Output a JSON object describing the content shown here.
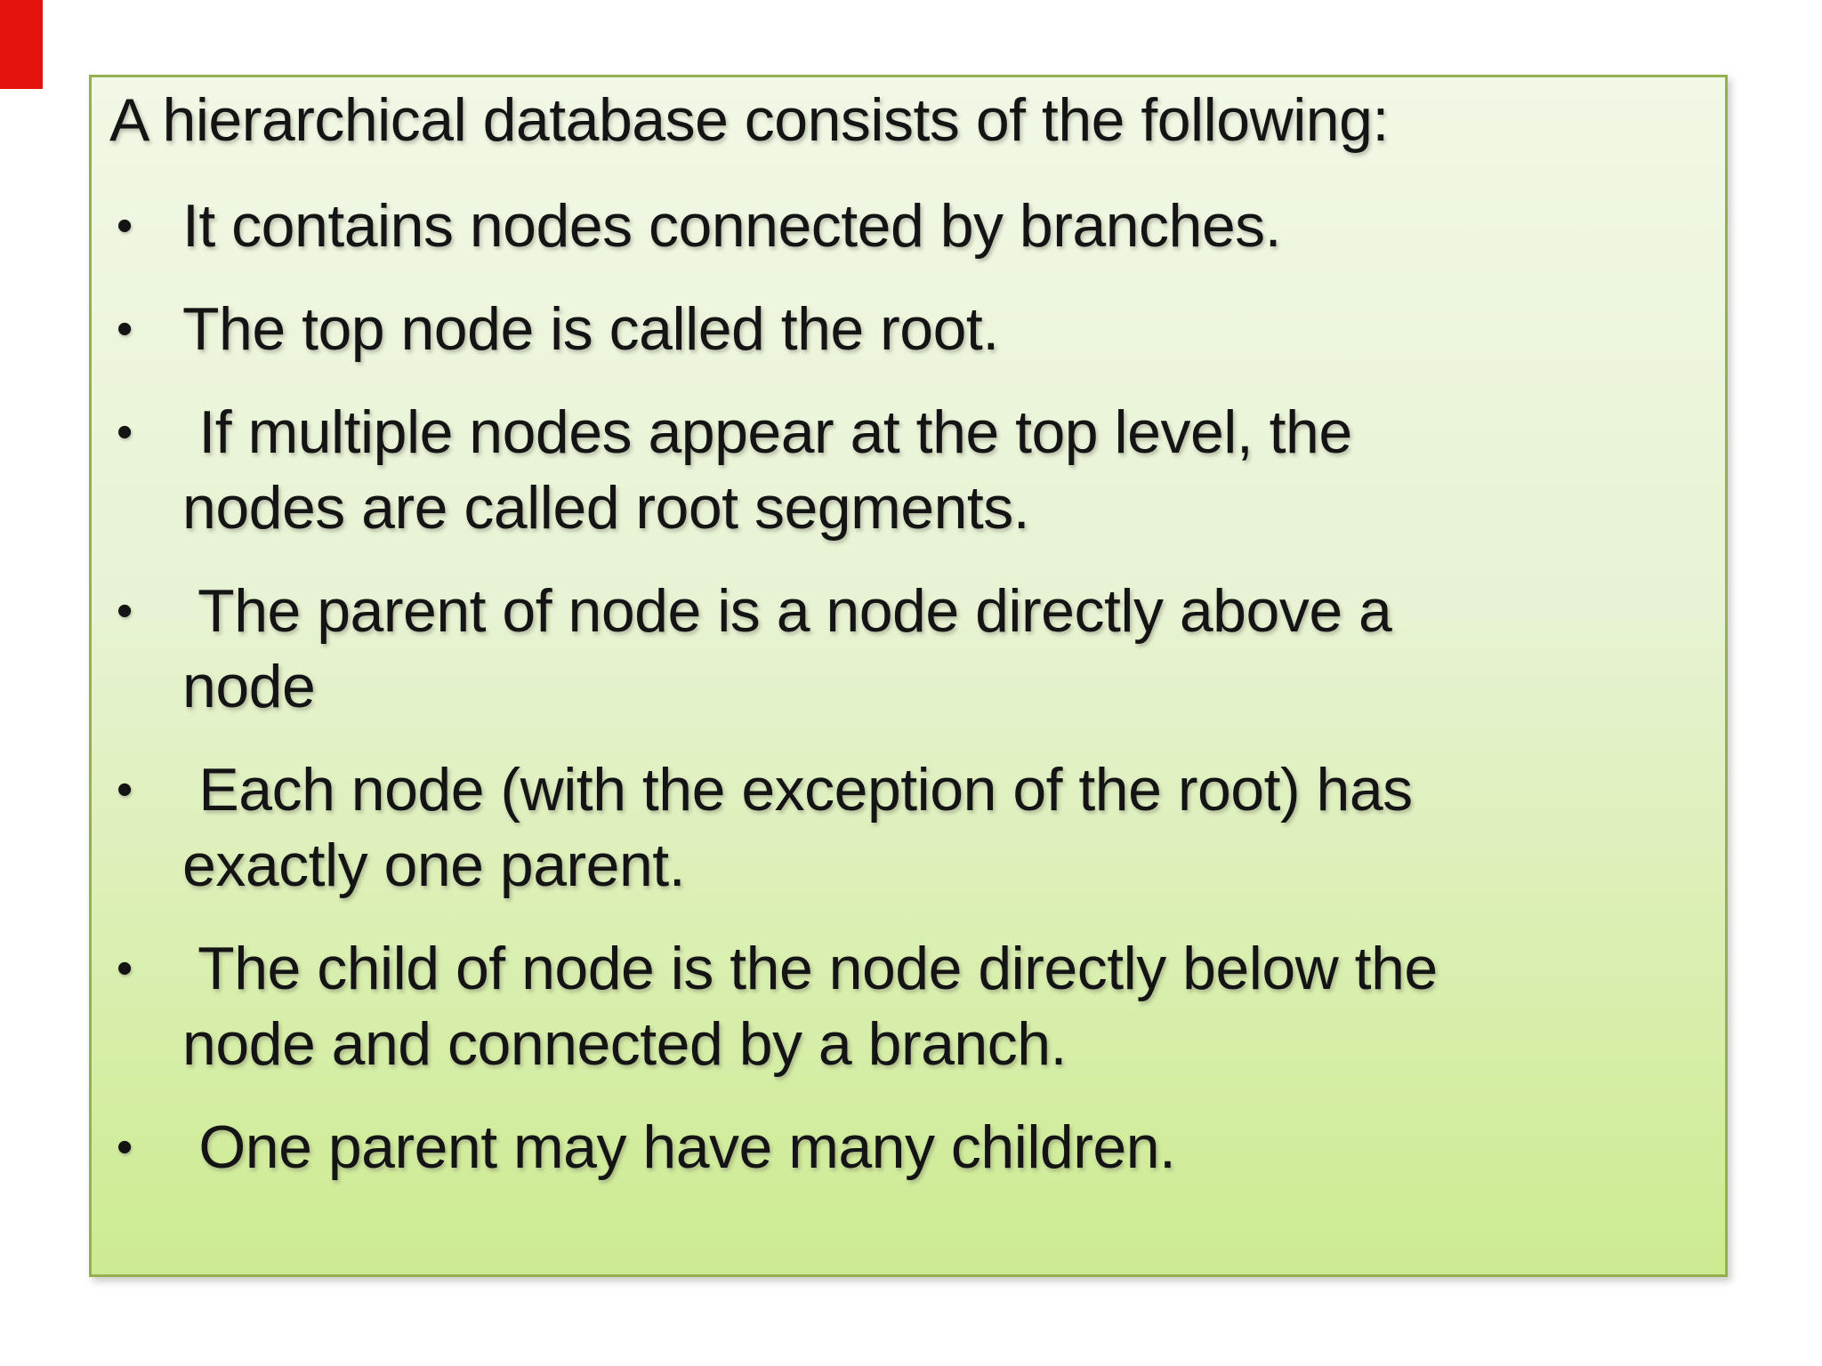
{
  "slide": {
    "colors": {
      "page_bg": "#ffffff",
      "corner_red": "#e3120b",
      "box_border": "#94b052",
      "box_fill_top": "#f1f8e6",
      "box_fill_mid": "#e7f3d2",
      "box_fill_bottom": "#cdeb91",
      "text": "#141414"
    },
    "box": {
      "title": "A hierarchical database consists of the following:",
      "bullet_char": "•",
      "bullets": [
        {
          "lines": [
            "It contains nodes connected by branches."
          ]
        },
        {
          "lines": [
            "The top node is called the root."
          ]
        },
        {
          "lines": [
            " If multiple nodes appear at the top level, the",
            "nodes are called root segments."
          ]
        },
        {
          "lines": [
            " The parent of node is a node directly above a",
            "node"
          ]
        },
        {
          "lines": [
            " Each node (with the exception of the root) has",
            "exactly one parent."
          ]
        },
        {
          "lines": [
            " The child of node is the node directly below the",
            "node and connected by a branch."
          ]
        },
        {
          "lines": [
            " One parent may have many children."
          ]
        }
      ]
    }
  }
}
